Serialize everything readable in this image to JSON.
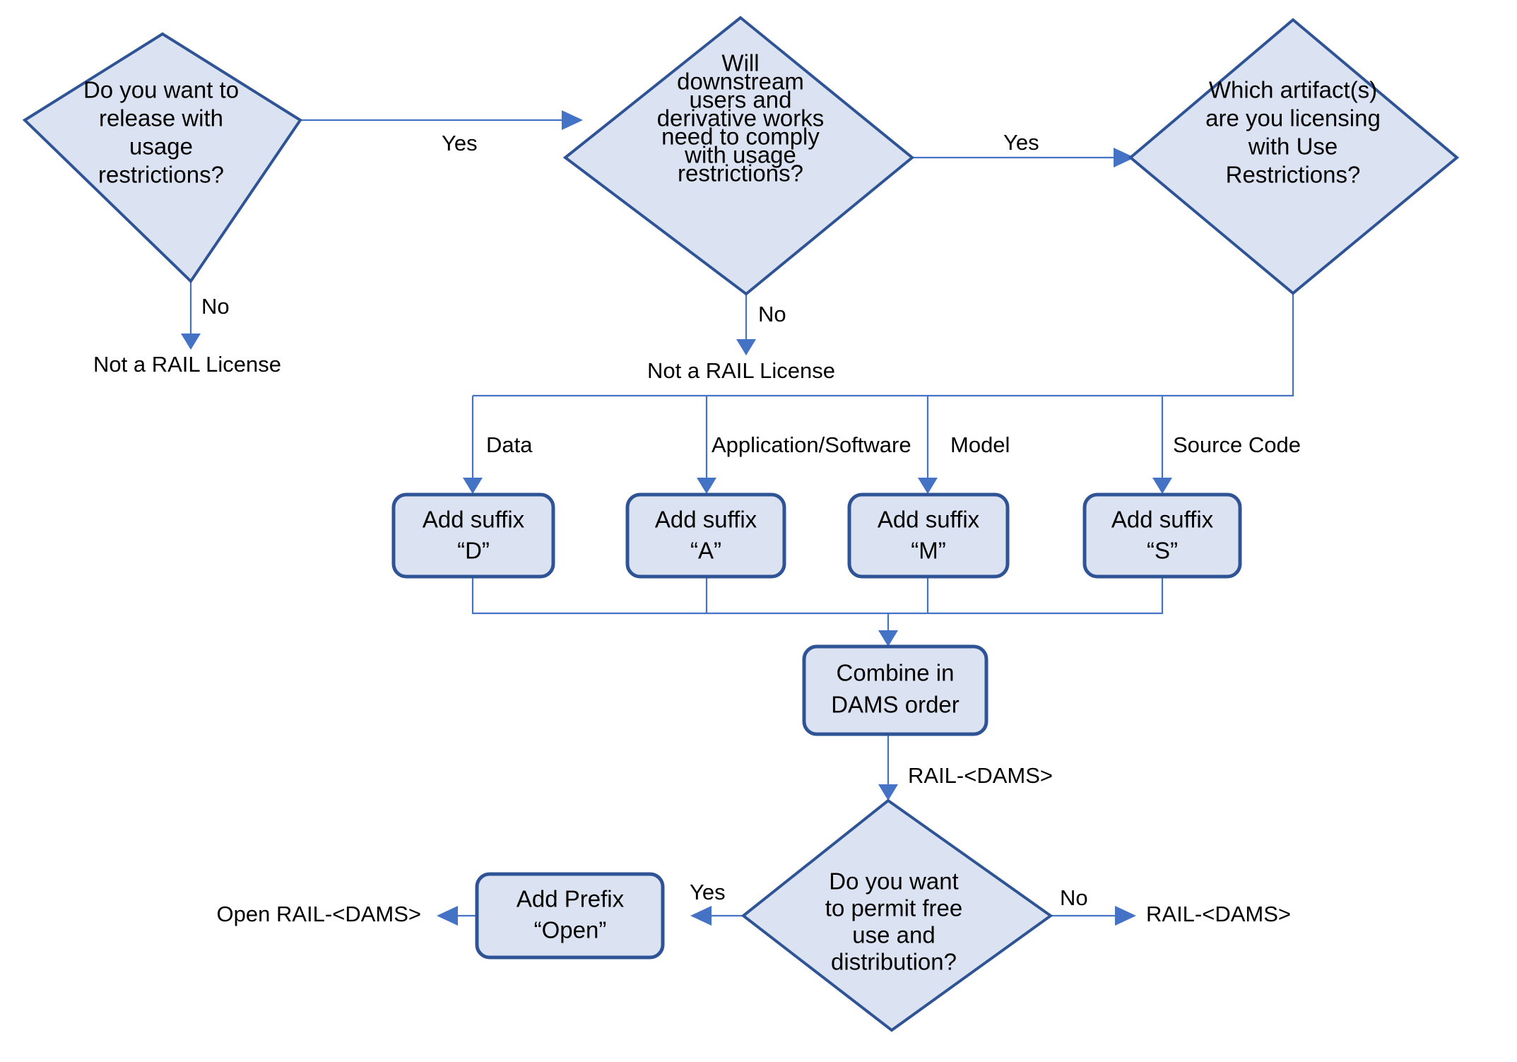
{
  "diagram": {
    "title": "RAIL License Naming Decision Flowchart",
    "colors": {
      "node_fill": "#dbe2f1",
      "node_stroke": "#2f5496",
      "connector": "#4472c4",
      "text": "#000000",
      "background": "#ffffff"
    }
  },
  "nodes": {
    "q1": {
      "type": "decision",
      "lines": [
        "Do you want to",
        "release with",
        "usage",
        "restrictions?"
      ]
    },
    "q2": {
      "type": "decision",
      "lines": [
        "Will",
        "downstream",
        "users and",
        "derivative works",
        "need to comply",
        "with usage",
        "restrictions?"
      ]
    },
    "q3": {
      "type": "decision",
      "lines": [
        "Which artifact(s)",
        "are you licensing",
        "with Use",
        "Restrictions?"
      ]
    },
    "suffix_d": {
      "type": "process",
      "lines": [
        "Add suffix",
        "“D”"
      ]
    },
    "suffix_a": {
      "type": "process",
      "lines": [
        "Add suffix",
        "“A”"
      ]
    },
    "suffix_m": {
      "type": "process",
      "lines": [
        "Add suffix",
        "“M”"
      ]
    },
    "suffix_s": {
      "type": "process",
      "lines": [
        "Add suffix",
        "“S”"
      ]
    },
    "combine": {
      "type": "process",
      "lines": [
        "Combine in",
        "DAMS order"
      ]
    },
    "q4": {
      "type": "decision",
      "lines": [
        "Do you want",
        "to permit free",
        "use and",
        "distribution?"
      ]
    },
    "prefix_open": {
      "type": "process",
      "lines": [
        "Add Prefix",
        "“Open”"
      ]
    }
  },
  "terminals": {
    "not_rail_1": {
      "text": "Not a RAIL License"
    },
    "not_rail_2": {
      "text": "Not a RAIL License"
    },
    "open_rail_dams": {
      "text": "Open RAIL-<DAMS>"
    },
    "rail_dams_out": {
      "text": "RAIL-<DAMS>"
    }
  },
  "edge_labels": {
    "q1_yes": "Yes",
    "q1_no": "No",
    "q2_yes": "Yes",
    "q2_no": "No",
    "branch_data": "Data",
    "branch_application": "Application/Software",
    "branch_model": "Model",
    "branch_source_code": "Source Code",
    "combine_out": "RAIL-<DAMS>",
    "q4_yes": "Yes",
    "q4_no": "No"
  },
  "flow": {
    "edges": [
      {
        "from": "q1",
        "to": "q2",
        "label": "Yes"
      },
      {
        "from": "q1",
        "to": "not_rail_1",
        "label": "No"
      },
      {
        "from": "q2",
        "to": "q3",
        "label": "Yes"
      },
      {
        "from": "q2",
        "to": "not_rail_2",
        "label": "No"
      },
      {
        "from": "q3",
        "to": "suffix_d",
        "label": "Data"
      },
      {
        "from": "q3",
        "to": "suffix_a",
        "label": "Application/Software"
      },
      {
        "from": "q3",
        "to": "suffix_m",
        "label": "Model"
      },
      {
        "from": "q3",
        "to": "suffix_s",
        "label": "Source Code"
      },
      {
        "from": "suffix_d",
        "to": "combine",
        "label": ""
      },
      {
        "from": "suffix_a",
        "to": "combine",
        "label": ""
      },
      {
        "from": "suffix_m",
        "to": "combine",
        "label": ""
      },
      {
        "from": "suffix_s",
        "to": "combine",
        "label": ""
      },
      {
        "from": "combine",
        "to": "q4",
        "label": "RAIL-<DAMS>"
      },
      {
        "from": "q4",
        "to": "prefix_open",
        "label": "Yes"
      },
      {
        "from": "q4",
        "to": "rail_dams_out",
        "label": "No"
      },
      {
        "from": "prefix_open",
        "to": "open_rail_dams",
        "label": ""
      }
    ]
  }
}
